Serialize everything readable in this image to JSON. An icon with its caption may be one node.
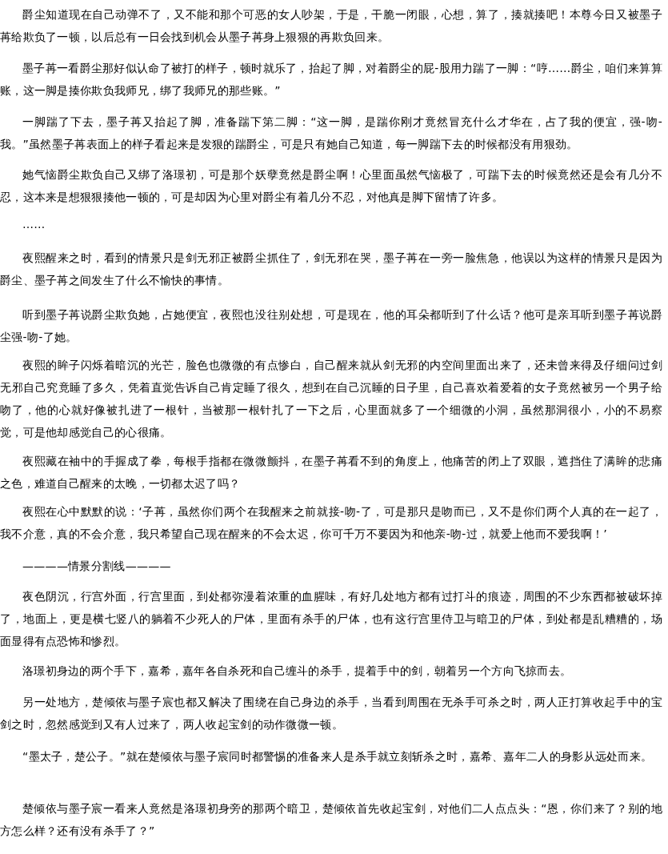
{
  "diagram": {
    "labels": [
      "爵尘知道现在自己动弹不了，又不能和那个可恶的女人吵架，于是，干脆一闭眼，心想，算了，揍就揍吧！本尊今日又被墨子苒给欺负了一顿，以后总有一日会找到机会从墨子苒身上狠狠的再欺负回来。",
      "墨子苒一看爵尘那好似认命了被打的样子，顿时就乐了，抬起了脚，对着爵尘的屁-股用力踹了一脚：“哼……爵尘，咱们来算算账，这一脚是揍你欺负我师兄，绑了我师兄的那些账。”",
      "一脚踹了下去，墨子苒又抬起了脚，准备踹下第二脚：“这一脚，是踹你刚才竟然冒充什么才华在，占了我的便宜，强-吻-我。”虽然墨子苒表面上的样子看起来是发狠的踹爵尘，可是只有她自己知道，每一脚踹下去的时候都没有用狠劲。",
      "她气恼爵尘欺负自己又绑了洛璟初，可是那个妖孽竟然是爵尘啊！心里面虽然气恼极了，可踹下去的时候竟然还是会有几分不忍，这本来是想狠狠揍他一顿的，可是却因为心里对爵尘有着几分不忍，对他真是脚下留情了许多。",
      "……",
      "夜熙醒来之时，看到的情景只是剑无邪正被爵尘抓住了，剑无邪在哭，墨子苒在一旁一脸焦急，他误以为这样的情景只是因为爵尘、墨子苒之间发生了什么不愉快的事情。",
      "听到墨子苒说爵尘欺负她，占她便宜，夜熙也没往别处想，可是现在，他的耳朵都听到了什么话？他可是亲耳听到墨子苒说爵尘强-吻-了她。",
      "夜熙的眸子闪烁着暗沉的光芒，脸色也微微的有点惨白，自己醒来就从剑无邪的内空间里面出来了，还未曾来得及仔细问过剑无邪自己究竟睡了多久，凭着直觉告诉自己肯定睡了很久，想到在自己沉睡的日子里，自己喜欢着爱着的女子竟然被另一个男子给吻了，他的心就好像被扎进了一根针，当被那一根针扎了一下之后，心里面就多了一个细微的小洞，虽然那洞很小，小的不易察觉，可是他却感觉自己的心很痛。",
      "夜熙藏在袖中的手握成了拳，每根手指都在微微颤抖，在墨子苒看不到的角度上，他痛苦的闭上了双眼，遮挡住了满眸的悲痛之色，难道自己醒来的太晚，一切都太迟了吗？",
      "夜熙在心中默默的说：‘子苒，虽然你们两个在我醒来之前就接-吻-了，可是那只是吻而已，又不是你们两个人真的在一起了，我不介意，真的不会介意，我只希望自己现在醒来的不会太迟，你可千万不要因为和他亲-吻-过，就爱上他而不爱我啊！’",
      "————情景分割线————",
      "夜色阴沉，行宫外面，行宫里面，到处都弥漫着浓重的血腥味，有好几处地方都有过打斗的痕迹，周围的不少东西都被破坏掉了，地面上，更是横七竖八的躺着不少死人的尸体，里面有杀手的尸体，也有这行宫里侍卫与暗卫的尸体，到处都是乱糟糟的，场面显得有点恐怖和惨烈。",
      "洛璟初身边的两个手下，嘉希，嘉年各自杀死和自己缠斗的杀手，提着手中的剑，朝着另一个方向飞掠而去。",
      "另一处地方，楚倾依与墨子宸也都又解决了围绕在自己身边的杀手，当看到周围在无杀手可杀之时，两人正打算收起手中的宝剑之时，忽然感觉到又有人过来了，两人收起宝剑的动作微微一顿。",
      "“墨太子，楚公子。”就在楚倾依与墨子宸同时都警惕的准备来人是杀手就立刻斩杀之时，嘉希、嘉年二人的身影从远处而来。",
      "楚倾依与墨子宸一看来人竟然是洛璟初身旁的那两个暗卫，楚倾依首先收起宝剑，对他们二人点点头：“恩，你们来了？别的地方怎么样？还有没有杀手了？”"
    ]
  }
}
